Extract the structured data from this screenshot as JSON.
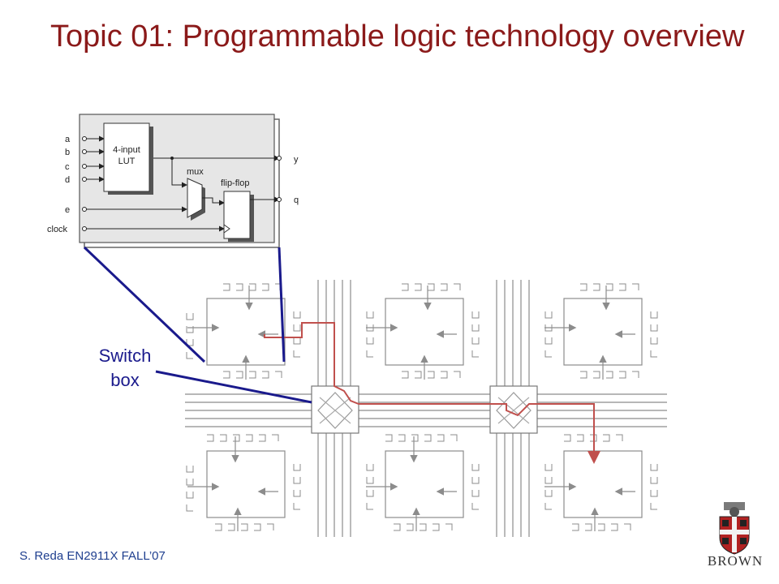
{
  "slide": {
    "title": "Topic 01: Programmable logic technology overview",
    "footer": "S. Reda EN2911X FALL’07",
    "callout": {
      "line1": "Switch",
      "line2": "box"
    }
  },
  "clb": {
    "inputs": [
      "a",
      "b",
      "c",
      "d",
      "e",
      "clock"
    ],
    "lut_line1": "4-input",
    "lut_line2": "LUT",
    "mux": "mux",
    "flipflop": "flip-flop",
    "out_y": "y",
    "out_q": "q"
  },
  "logo": {
    "name": "BROWN"
  },
  "colors": {
    "title": "#8b1a1a",
    "footer": "#1f3f8f",
    "callout": "#1a1a8c",
    "route": "#c0504d",
    "wires": "#8c8c8c"
  }
}
